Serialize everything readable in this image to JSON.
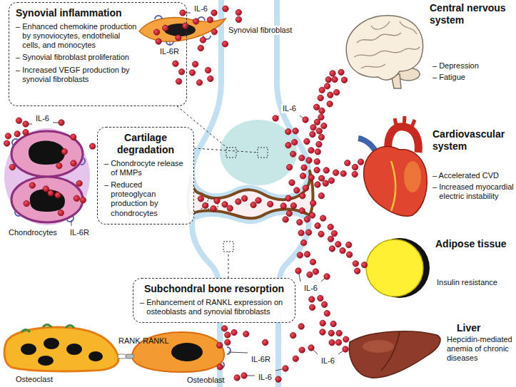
{
  "diagram": {
    "nodes": [
      {
        "text": [
          "Synovial inflammation",
          "– Enhanced chemokine production by synoviocytes, endothelial cells, and monocytes",
          "– Synovial fibroblast proliferation",
          "– Increased VEGF production by synovial fibroblasts"
        ]
      },
      {
        "text": [
          "Cartilage degradation",
          "– Chondrocyte release of MMPs",
          "– Reduced proteoglycan production by chondrocytes"
        ]
      },
      {
        "text": [
          "Subchondral bone resorption",
          "– Enhancement of RANKL expression on osteoblasts and synovial fibroblasts"
        ]
      }
    ],
    "labels": [
      "IL-6",
      "Synovial fibroblast",
      "IL-6R",
      "IL-6",
      "Chondrocytes",
      "IL-6R",
      "IL-6",
      "IL-6",
      "IL-6",
      "IL-6R",
      "IL-6",
      "Osteoclast",
      "RANK",
      "RANKL",
      "Osteoblast",
      "Central nervous system",
      "– Depression",
      "– Fatigue",
      "Cardiovascular system",
      "– Accelerated CVD",
      "– Increased myocardial electric instability",
      "Adipose tissue",
      "Insulin resistance",
      "Liver",
      "Hepcidin-mediated anemia of chronic diseases"
    ]
  }
}
